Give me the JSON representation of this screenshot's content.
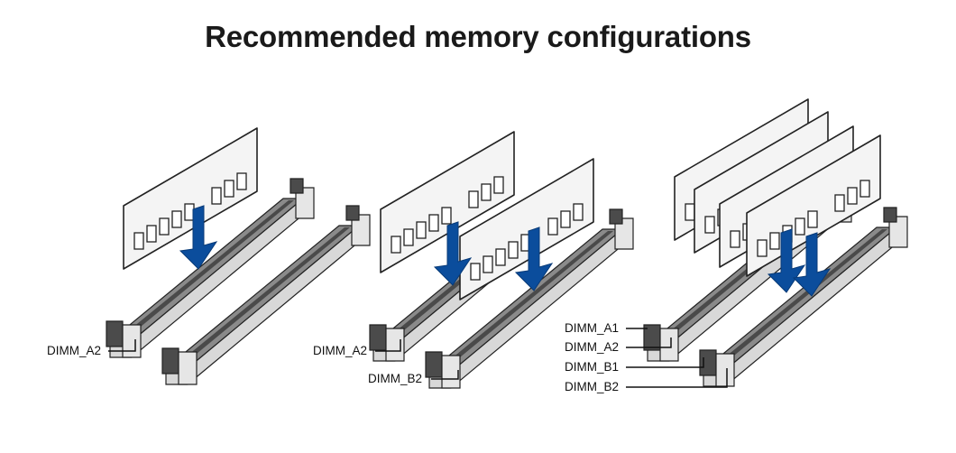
{
  "title": "Recommended memory configurations",
  "configurations": [
    {
      "labels": [
        "DIMM_A2"
      ]
    },
    {
      "labels": [
        "DIMM_A2",
        "DIMM_B2"
      ]
    },
    {
      "labels": [
        "DIMM_A1",
        "DIMM_A2",
        "DIMM_B1",
        "DIMM_B2"
      ]
    }
  ],
  "colors": {
    "arrow": "#0b4d9c",
    "slot_top": "#8a8a8a",
    "latch_dark": "#4b4b4b"
  }
}
